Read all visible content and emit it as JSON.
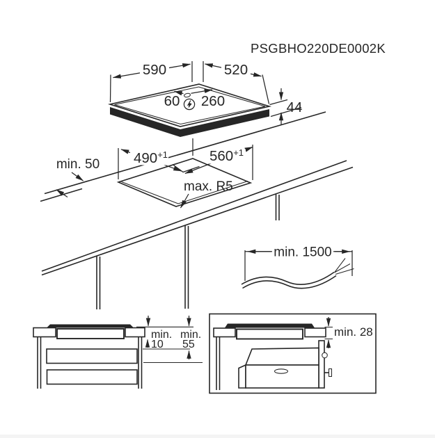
{
  "title": "PSGBHO220DE0002K",
  "colors": {
    "ink": "#262626",
    "background": "#ffffff"
  },
  "hob_top_view": {
    "width_mm": "590",
    "depth_mm": "520",
    "mains_offset_left_mm": "60",
    "mains_offset_right_mm": "260",
    "height_mm": "44",
    "power_symbol": "lightning-in-circle"
  },
  "worktop_cutout_view": {
    "rear_clearance": "min. 50",
    "cutout_depth": "490",
    "cutout_depth_tolerance": "+1",
    "cutout_width": "560",
    "cutout_width_tolerance": "+1",
    "corner_radius": "max. R5"
  },
  "mains_cable_view": {
    "cable_length": "min. 1500"
  },
  "drawer_clearance_view": {
    "clearance_1_label": "min.",
    "clearance_1_value": "10",
    "clearance_2_label": "min.",
    "clearance_2_value": "55"
  },
  "oven_clearance_view": {
    "clearance": "min. 28"
  }
}
